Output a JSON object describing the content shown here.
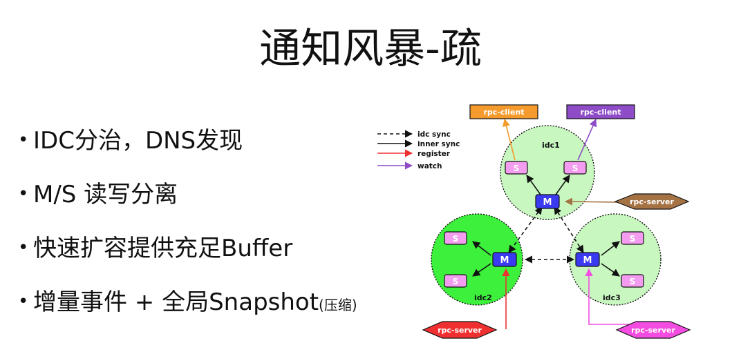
{
  "slide": {
    "title": "通知风暴-疏",
    "bullets": [
      {
        "text": "IDC分治，DNS发现",
        "suffix": ""
      },
      {
        "text": "M/S 读写分离",
        "suffix": ""
      },
      {
        "text": "快速扩容提供充足Buffer",
        "suffix": ""
      },
      {
        "text": "增量事件 + 全局Snapshot",
        "suffix": "(压缩)"
      }
    ]
  },
  "diagram": {
    "legend": [
      "idc sync",
      "inner sync",
      "register",
      "watch"
    ],
    "client_orange": "rpc-client",
    "client_purple": "rpc-client",
    "server_brown": "rpc-server",
    "server_red": "rpc-server",
    "server_pink": "rpc-server",
    "idc1": "idc1",
    "idc2": "idc2",
    "idc3": "idc3",
    "master": "M",
    "slave": "S"
  },
  "colors": {
    "idc1_fill": "#c8f7c0",
    "idc2_fill": "#3cf03c",
    "idc3_fill": "#c8f7c0",
    "slave": "#f39cf0",
    "master": "#3a3af0",
    "orange": "#f59a2c",
    "purple": "#8e4cc7",
    "brown": "#a57244",
    "red": "#f03030",
    "pink": "#f24de0"
  }
}
